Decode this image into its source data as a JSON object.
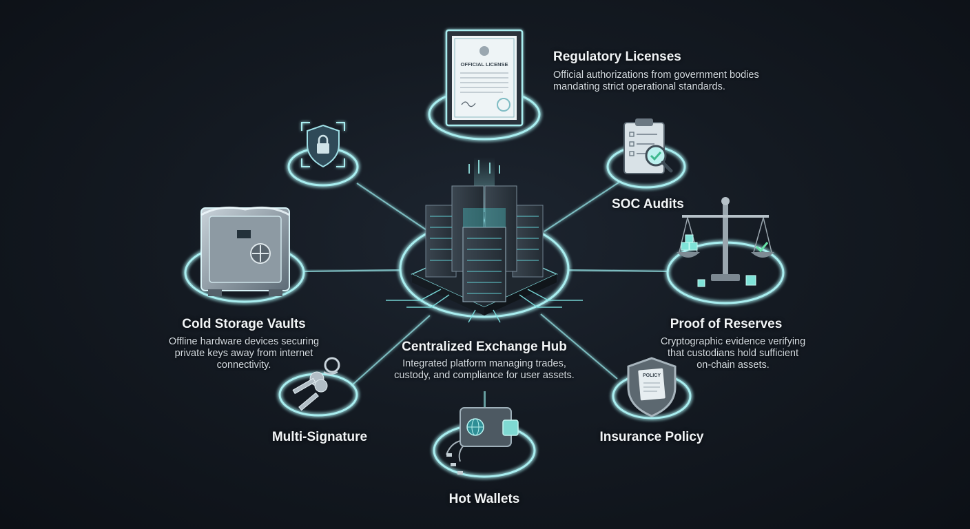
{
  "hub": {
    "title": "Centralized Exchange Hub",
    "description_lines": [
      "Integrated platform managing trades,",
      "custody, and compliance for user assets."
    ]
  },
  "nodes": {
    "licenses": {
      "title": "Regulatory Licenses",
      "description_lines": [
        "Official authorizations from government bodies",
        "mandating strict operational standards."
      ],
      "certificate_text": "OFFICIAL LICENSE",
      "icon": "certificate-icon"
    },
    "security": {
      "icon": "shield-lock-icon"
    },
    "soc": {
      "title": "SOC Audits",
      "icon": "clipboard-magnifier-icon"
    },
    "cold_storage": {
      "title": "Cold Storage Vaults",
      "description_lines": [
        "Offline hardware devices securing",
        "private keys away from internet",
        "connectivity."
      ],
      "icon": "vault-icon"
    },
    "reserves": {
      "title": "Proof of Reserves",
      "description_lines": [
        "Cryptographic evidence verifying",
        "that custodians hold sufficient",
        "on-chain assets."
      ],
      "icon": "balance-scale-icon"
    },
    "multisig": {
      "title": "Multi-Signature",
      "icon": "keys-icon"
    },
    "insurance": {
      "title": "Insurance Policy",
      "policy_text": "POLICY",
      "icon": "policy-shield-icon"
    },
    "hot_wallets": {
      "title": "Hot Wallets",
      "icon": "wallet-icon"
    }
  },
  "colors": {
    "accent": "#a9eef0",
    "background": "#141a22"
  }
}
